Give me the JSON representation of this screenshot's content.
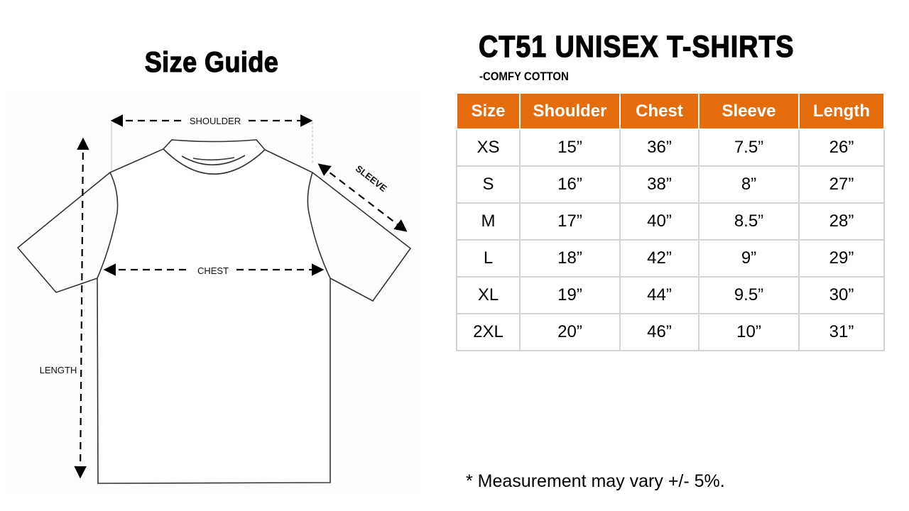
{
  "guide_title": "Size Guide",
  "diagram_labels": {
    "shoulder": "SHOULDER",
    "sleeve": "SLEEVE",
    "chest": "CHEST",
    "length": "LENGTH"
  },
  "product": {
    "title": "CT51 UNISEX T-SHIRTS",
    "subtitle": "-COMFY COTTON"
  },
  "table": {
    "headers": [
      "Size",
      "Shoulder",
      "Chest",
      "Sleeve",
      "Length"
    ],
    "rows": [
      [
        "XS",
        "15”",
        "36”",
        "7.5”",
        "26”"
      ],
      [
        "S",
        "16”",
        "38”",
        "8”",
        "27”"
      ],
      [
        "M",
        "17”",
        "40”",
        "8.5”",
        "28”"
      ],
      [
        "L",
        "18”",
        "42”",
        "9”",
        "29”"
      ],
      [
        "XL",
        "19”",
        "44”",
        "9.5”",
        "30”"
      ],
      [
        "2XL",
        "20”",
        "46”",
        "10”",
        "31”"
      ]
    ]
  },
  "note": "* Measurement may vary +/- 5%.",
  "colors": {
    "header_bg": "#e46c0a",
    "header_text": "#ffffff",
    "grid": "#d4d4d4"
  }
}
